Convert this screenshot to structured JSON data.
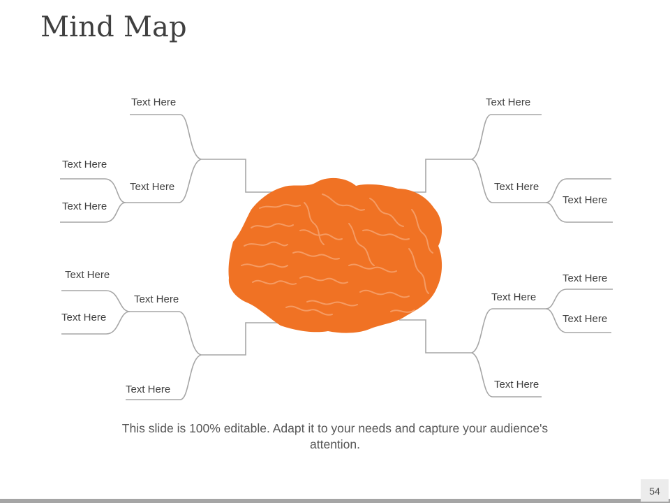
{
  "slide": {
    "title": "Mind Map",
    "caption_line1": "This slide is 100% editable. Adapt it to your needs and capture your audience's",
    "caption_line2": "attention.",
    "page_number": "54"
  },
  "mind_map": {
    "center": "brain-icon",
    "colors": {
      "brain": "#f07224",
      "brain_veins": "#f59b63",
      "connectors": "#a6a6a6",
      "text": "#3f3f3f"
    },
    "upper_left": {
      "top": "Text Here",
      "branch": "Text Here",
      "sub_1": "Text Here",
      "sub_2": "Text Here"
    },
    "lower_left": {
      "branch": "Text Here",
      "sub_1": "Text Here",
      "sub_2": "Text Here",
      "bottom": "Text Here"
    },
    "upper_right": {
      "top": "Text Here",
      "branch": "Text Here",
      "sub": "Text Here"
    },
    "lower_right": {
      "sub_1": "Text Here",
      "branch": "Text Here",
      "sub_2": "Text Here",
      "bottom": "Text Here"
    }
  }
}
